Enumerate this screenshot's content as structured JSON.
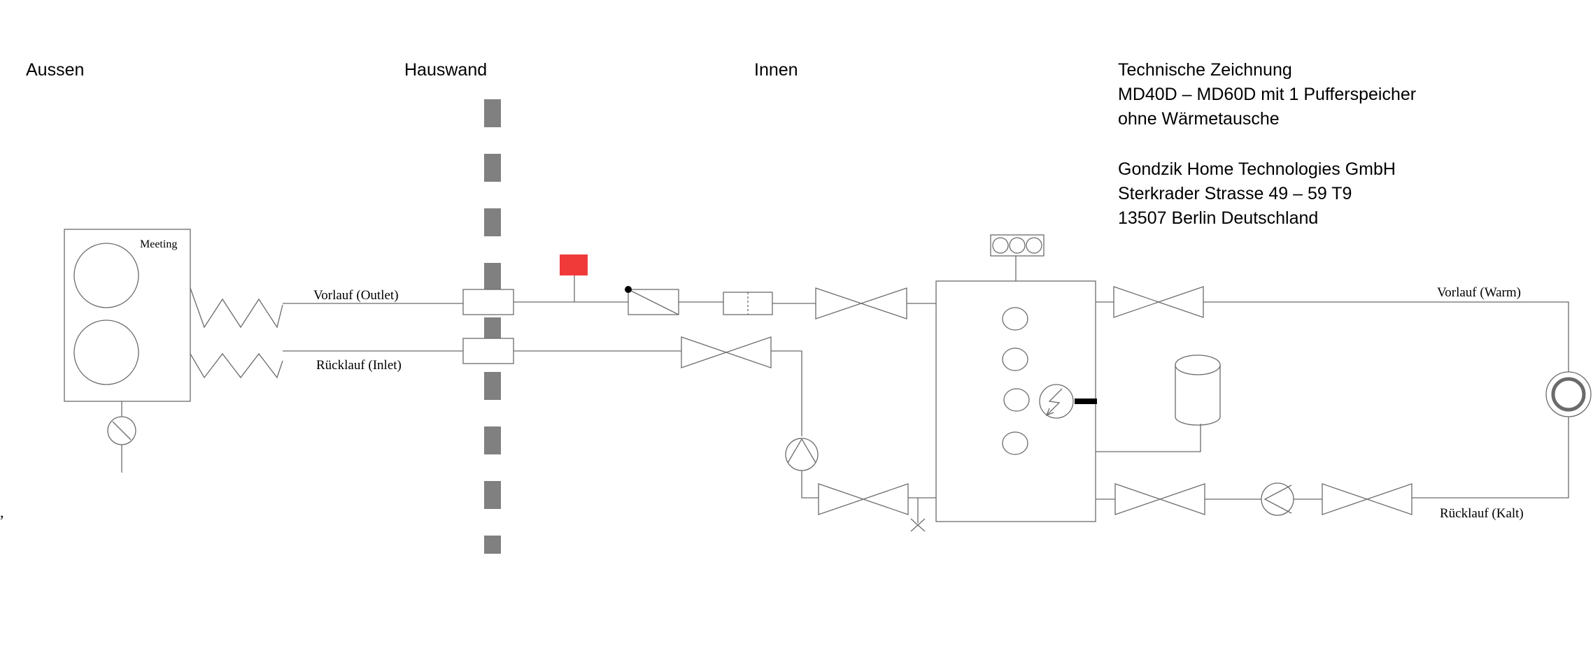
{
  "zones": {
    "outside": "Aussen",
    "wall": "Hauswand",
    "inside": "Innen"
  },
  "title_block": {
    "lines": [
      "Technische Zeichnung",
      "MD40D – MD60D mit 1 Pufferspeicher",
      "ohne Wärmetausche",
      "Gondzik Home Technologies GmbH",
      "Sterkrader Strasse 49 – 59 T9",
      "13507 Berlin Deutschland"
    ]
  },
  "labels": {
    "unit_name": "Meeting",
    "supply_outlet": "Vorlauf (Outlet)",
    "return_inlet": "Rücklauf (Inlet)",
    "supply_warm": "Vorlauf (Warm)",
    "return_cold": "Rücklauf (Kalt)",
    "stray_mark": ","
  },
  "colors": {
    "line": "#6b6b6b",
    "wall": "#808080",
    "sensor": "#f03a3a",
    "heater_bar": "#000000"
  }
}
